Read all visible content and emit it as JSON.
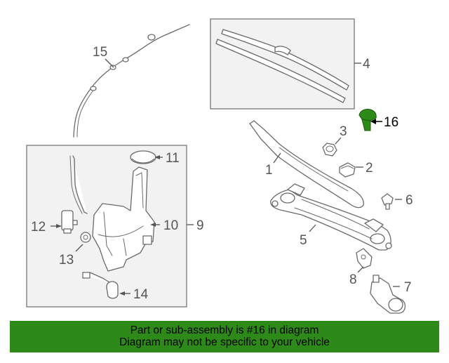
{
  "diagram": {
    "callouts": [
      {
        "id": "c1",
        "text": "1"
      },
      {
        "id": "c2",
        "text": "2"
      },
      {
        "id": "c3",
        "text": "3"
      },
      {
        "id": "c4",
        "text": "4"
      },
      {
        "id": "c5",
        "text": "5"
      },
      {
        "id": "c6",
        "text": "6"
      },
      {
        "id": "c7",
        "text": "7"
      },
      {
        "id": "c8",
        "text": "8"
      },
      {
        "id": "c9",
        "text": "9"
      },
      {
        "id": "c10",
        "text": "10"
      },
      {
        "id": "c11",
        "text": "11"
      },
      {
        "id": "c12",
        "text": "12"
      },
      {
        "id": "c13",
        "text": "13"
      },
      {
        "id": "c14",
        "text": "14"
      },
      {
        "id": "c15",
        "text": "15"
      },
      {
        "id": "c16",
        "text": "16"
      }
    ],
    "highlight_color": "#2d8a18"
  },
  "banner": {
    "line1": "Part or sub-assembly is #16 in diagram",
    "line2": "Diagram may not be specific to your vehicle",
    "background": "#2d8a18"
  }
}
